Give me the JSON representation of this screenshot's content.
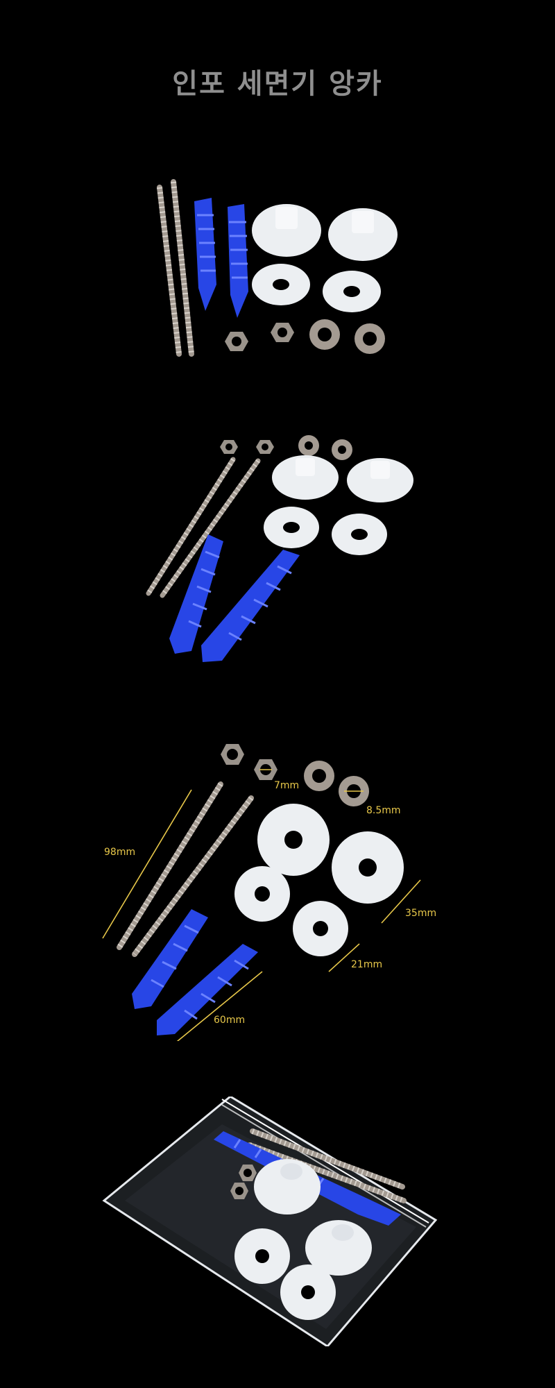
{
  "page": {
    "title": "인포 세면기 앙카",
    "colors": {
      "background": "#000000",
      "title": "#8f8f8f",
      "dimension": "#e8c84a",
      "anchor_blue": "#2846e6",
      "washer_white": "#eceff2",
      "metal": "#a49b92"
    }
  },
  "dimensions": {
    "nut": "7mm",
    "washer": "8.5mm",
    "bolt": "98mm",
    "anchor": "60mm",
    "large_cap": "35mm",
    "small_cap": "21mm"
  }
}
